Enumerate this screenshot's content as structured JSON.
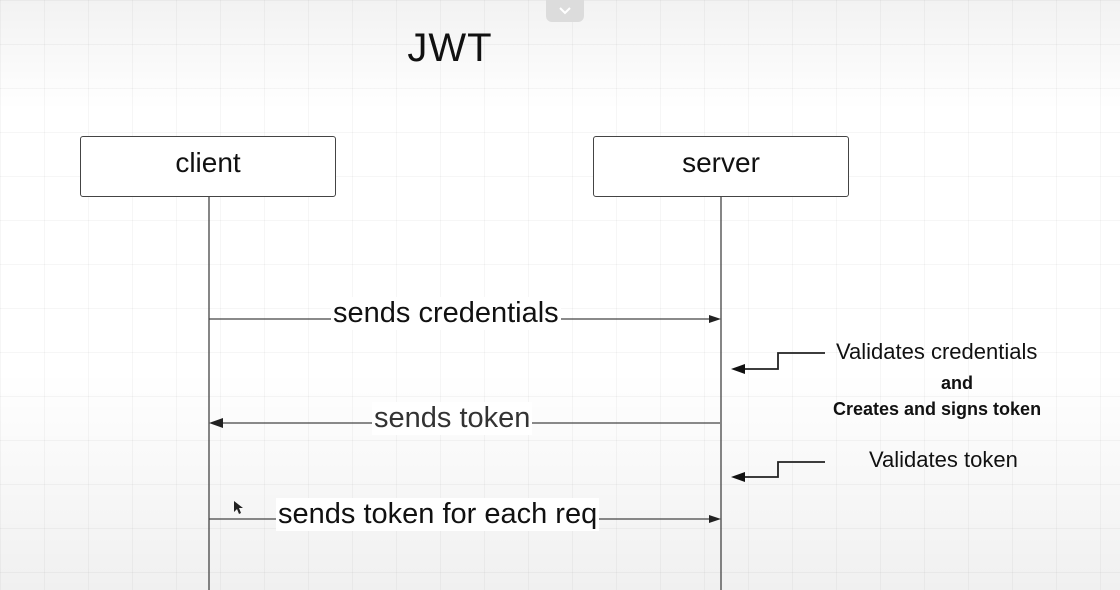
{
  "title": "JWT",
  "participants": {
    "client": "client",
    "server": "server"
  },
  "messages": {
    "sends_credentials": "sends credentials",
    "sends_token": "sends token",
    "sends_token_each_req": "sends token for each req"
  },
  "notes": {
    "validates_credentials": "Validates credentials",
    "and": "and",
    "creates_signs_token": "Creates and signs token",
    "validates_token": "Validates token"
  },
  "icons": {
    "collapse": "chevron-down-icon",
    "cursor": "mouse-cursor-icon"
  },
  "colors": {
    "line": "#444444",
    "text": "#111111"
  }
}
